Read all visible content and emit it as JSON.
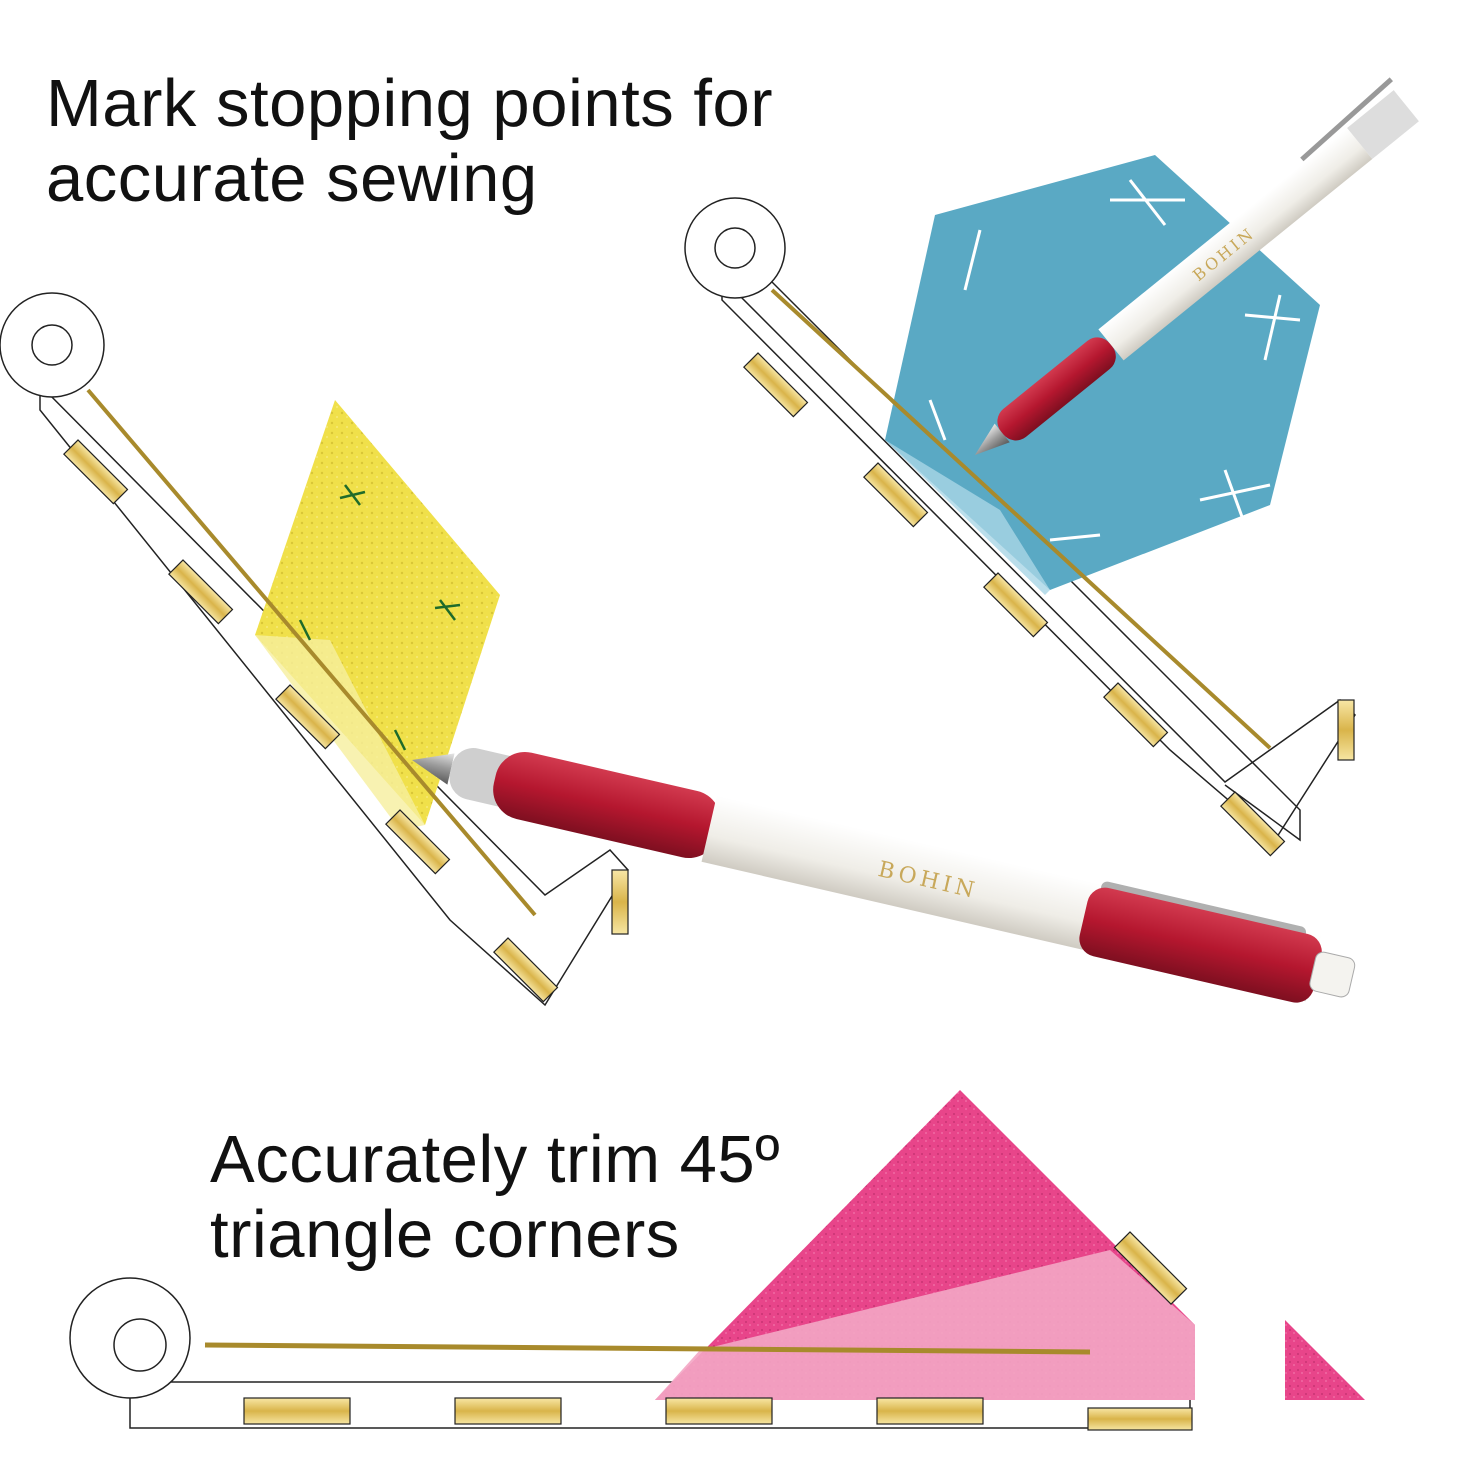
{
  "captions": {
    "top": {
      "line1": "Mark stopping points for",
      "line2": "accurate sewing"
    },
    "bottom": {
      "line1": "Accurately trim 45º",
      "line2": "triangle corners"
    }
  },
  "pen_brand": "BOHIN",
  "icons": [
    "hexagon-fabric-icon",
    "diamond-fabric-icon",
    "triangle-fabric-icon",
    "marking-pen-icon",
    "seam-guide-ruler-icon"
  ],
  "colors": {
    "hexagon_fabric": "#5aa9c4",
    "diamond_fabric": "#f0e04a",
    "triangle_fabric": "#e8458a",
    "triangle_fabric_light": "#f3a6c4",
    "pen_grip": "#b5172f",
    "pen_body": "#f4f3ef",
    "ruler_gold": "#d9b44a",
    "text": "#111111"
  }
}
